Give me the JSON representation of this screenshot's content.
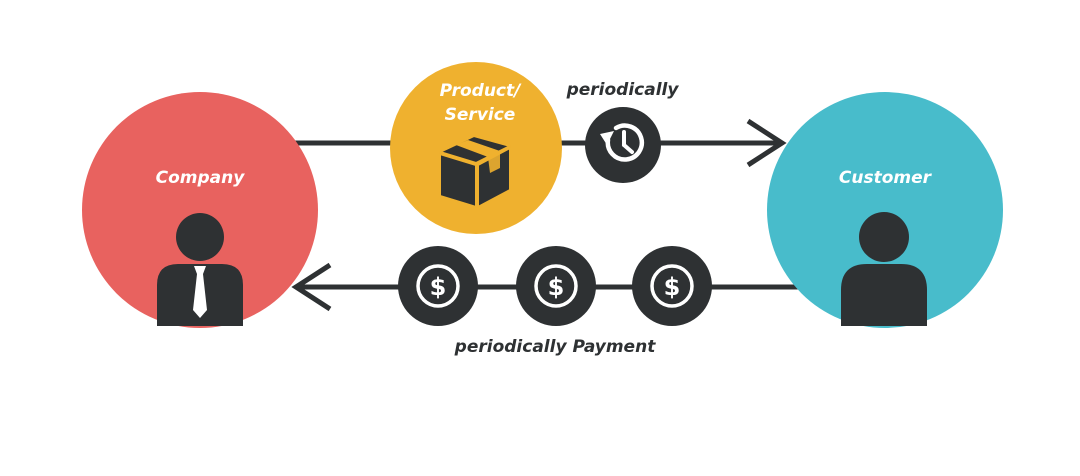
{
  "labels": {
    "company": "Company",
    "customer": "Customer",
    "product_line1": "Product/",
    "product_line2": "Service",
    "periodically": "periodically",
    "payment": "periodically Payment"
  },
  "colors": {
    "company": "#e8625f",
    "customer": "#48bccb",
    "product": "#efb12f",
    "dark": "#2e3133",
    "background": "#ffffff"
  },
  "icons": {
    "company": "businessman-icon",
    "customer": "person-icon",
    "product": "box-icon",
    "recurring": "clock-refresh-icon",
    "payment": "dollar-coin-icon"
  }
}
